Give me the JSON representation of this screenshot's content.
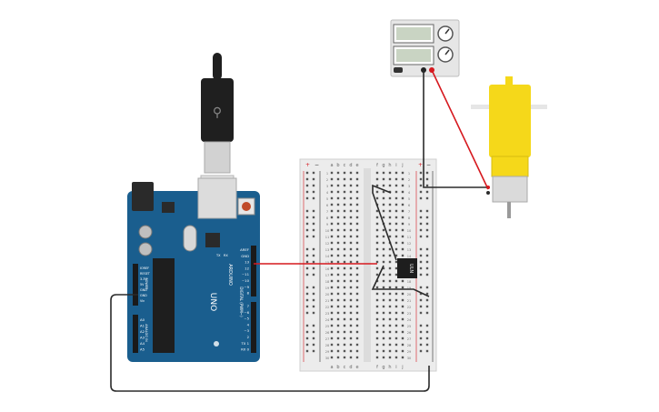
{
  "arduino": {
    "brand": "ARDUINO",
    "model": "UNO",
    "digital_label": "DIGITAL (PWM~)",
    "power_label": "POWER",
    "analog_label": "ANALOG IN",
    "led_labels": [
      "TX",
      "RX"
    ],
    "power_pins": [
      "IOREF",
      "RESET",
      "3.3V",
      "5V",
      "GND",
      "GND",
      "Vin"
    ],
    "analog_pins": [
      "A0",
      "A1",
      "A2",
      "A3",
      "A4",
      "A5"
    ],
    "digital_top_pins": [
      "AREF",
      "GND",
      "13",
      "12",
      "~11",
      "~10",
      "~9",
      "8"
    ],
    "digital_bottom_pins": [
      "7",
      "~6",
      "~5",
      "4",
      "~3",
      "2",
      "TX 1",
      "RX 0"
    ]
  },
  "breadboard": {
    "col_letters_left": [
      "a",
      "b",
      "c",
      "d",
      "e"
    ],
    "col_letters_right": [
      "f",
      "g",
      "h",
      "i",
      "j"
    ],
    "rail_plus": "+",
    "rail_minus": "−",
    "row_numbers": [
      "1",
      "2",
      "3",
      "4",
      "5",
      "6",
      "7",
      "8",
      "9",
      "10",
      "11",
      "12",
      "13",
      "14",
      "15",
      "16",
      "17",
      "18",
      "19",
      "20",
      "21",
      "22",
      "23",
      "24",
      "25",
      "26",
      "27",
      "28",
      "29",
      "30"
    ]
  },
  "chip": {
    "label": "ULN"
  },
  "power_supply": {
    "display_top": "",
    "display_bottom": ""
  },
  "colors": {
    "arduino_blue": "#1a5e8e",
    "breadboard": "#ececec",
    "wire_red": "#d6191f",
    "wire_black": "#2b2b2b",
    "motor_yellow": "#f5d81a"
  }
}
